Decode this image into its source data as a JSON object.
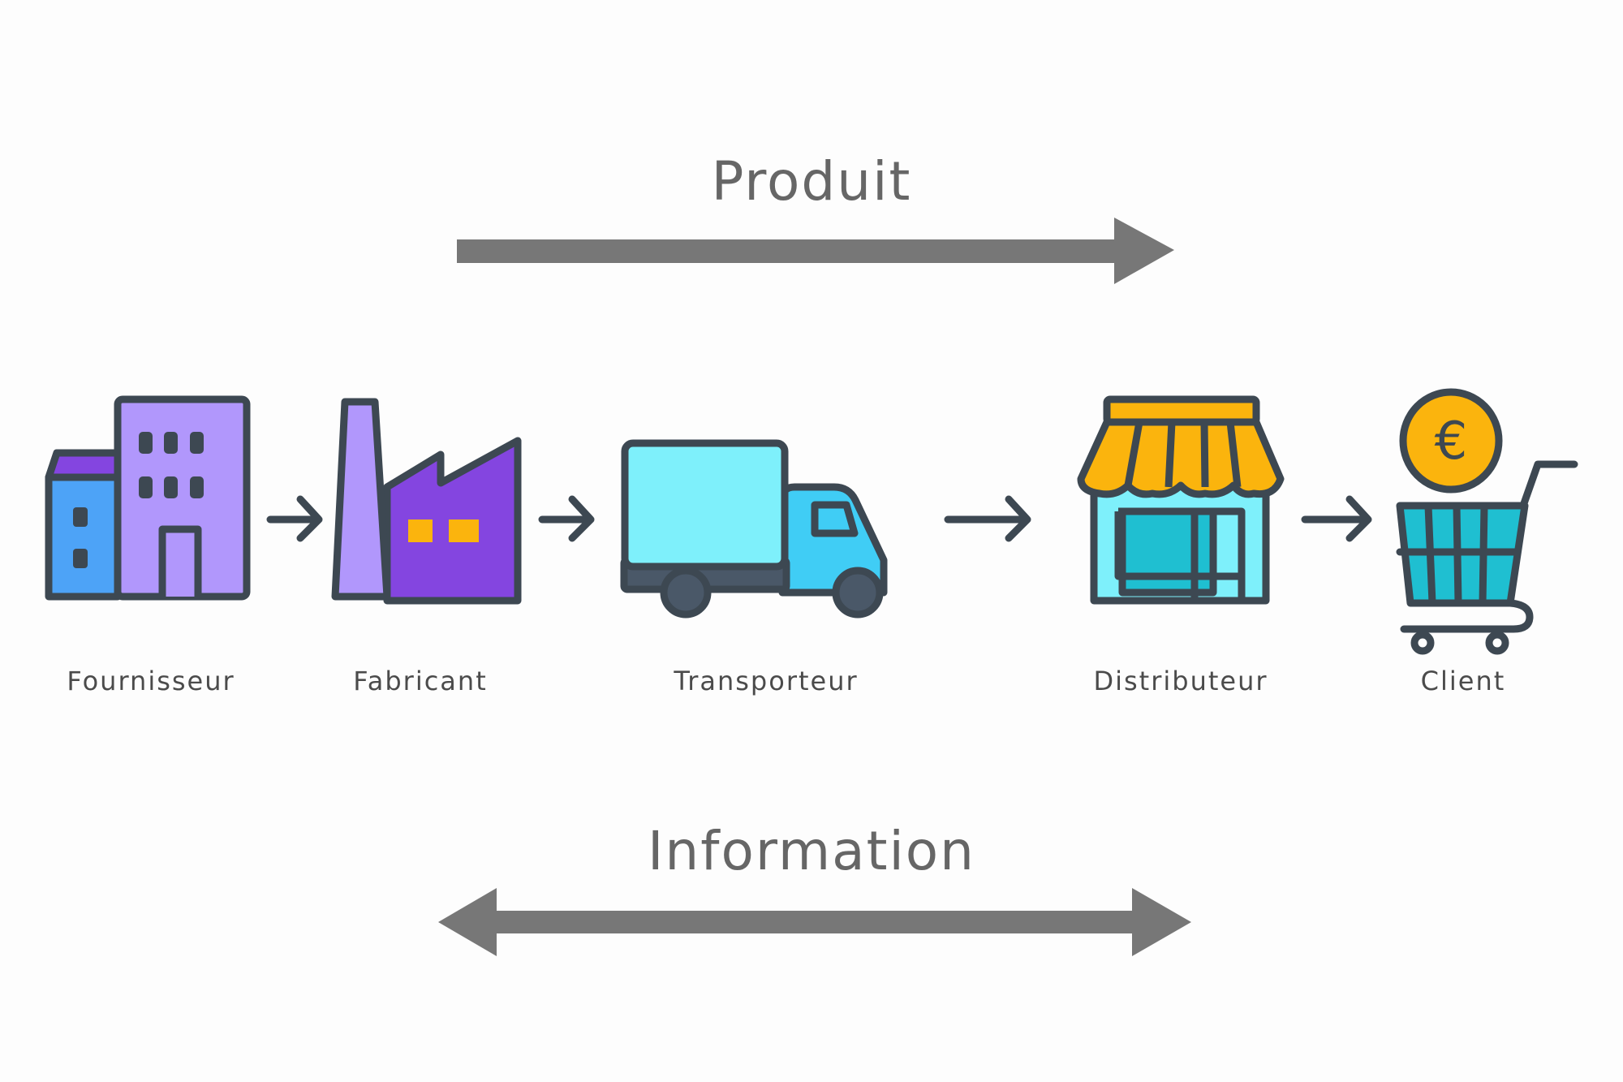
{
  "product_flow": {
    "title": "Produit",
    "direction": "left-to-right"
  },
  "information_flow": {
    "title": "Information",
    "direction": "bidirectional"
  },
  "chain": [
    {
      "id": "supplier",
      "label": "Fournisseur",
      "icon": "office-building-icon"
    },
    {
      "id": "manufacturer",
      "label": "Fabricant",
      "icon": "factory-icon"
    },
    {
      "id": "carrier",
      "label": "Transporteur",
      "icon": "delivery-truck-icon"
    },
    {
      "id": "distributor",
      "label": "Distributeur",
      "icon": "storefront-icon"
    },
    {
      "id": "client",
      "label": "Client",
      "icon": "shopping-cart-euro-icon"
    }
  ],
  "currency_symbol": "€",
  "colors": {
    "outline": "#3d4852",
    "arrow_gray": "#777777",
    "purple_light": "#b197fc",
    "purple_dark": "#8445e0",
    "blue": "#4da3f7",
    "cyan_light": "#7ef0fb",
    "cyan": "#40cdf5",
    "teal": "#1fbfd1",
    "amber": "#fbb40d",
    "orange": "#f7920f"
  }
}
